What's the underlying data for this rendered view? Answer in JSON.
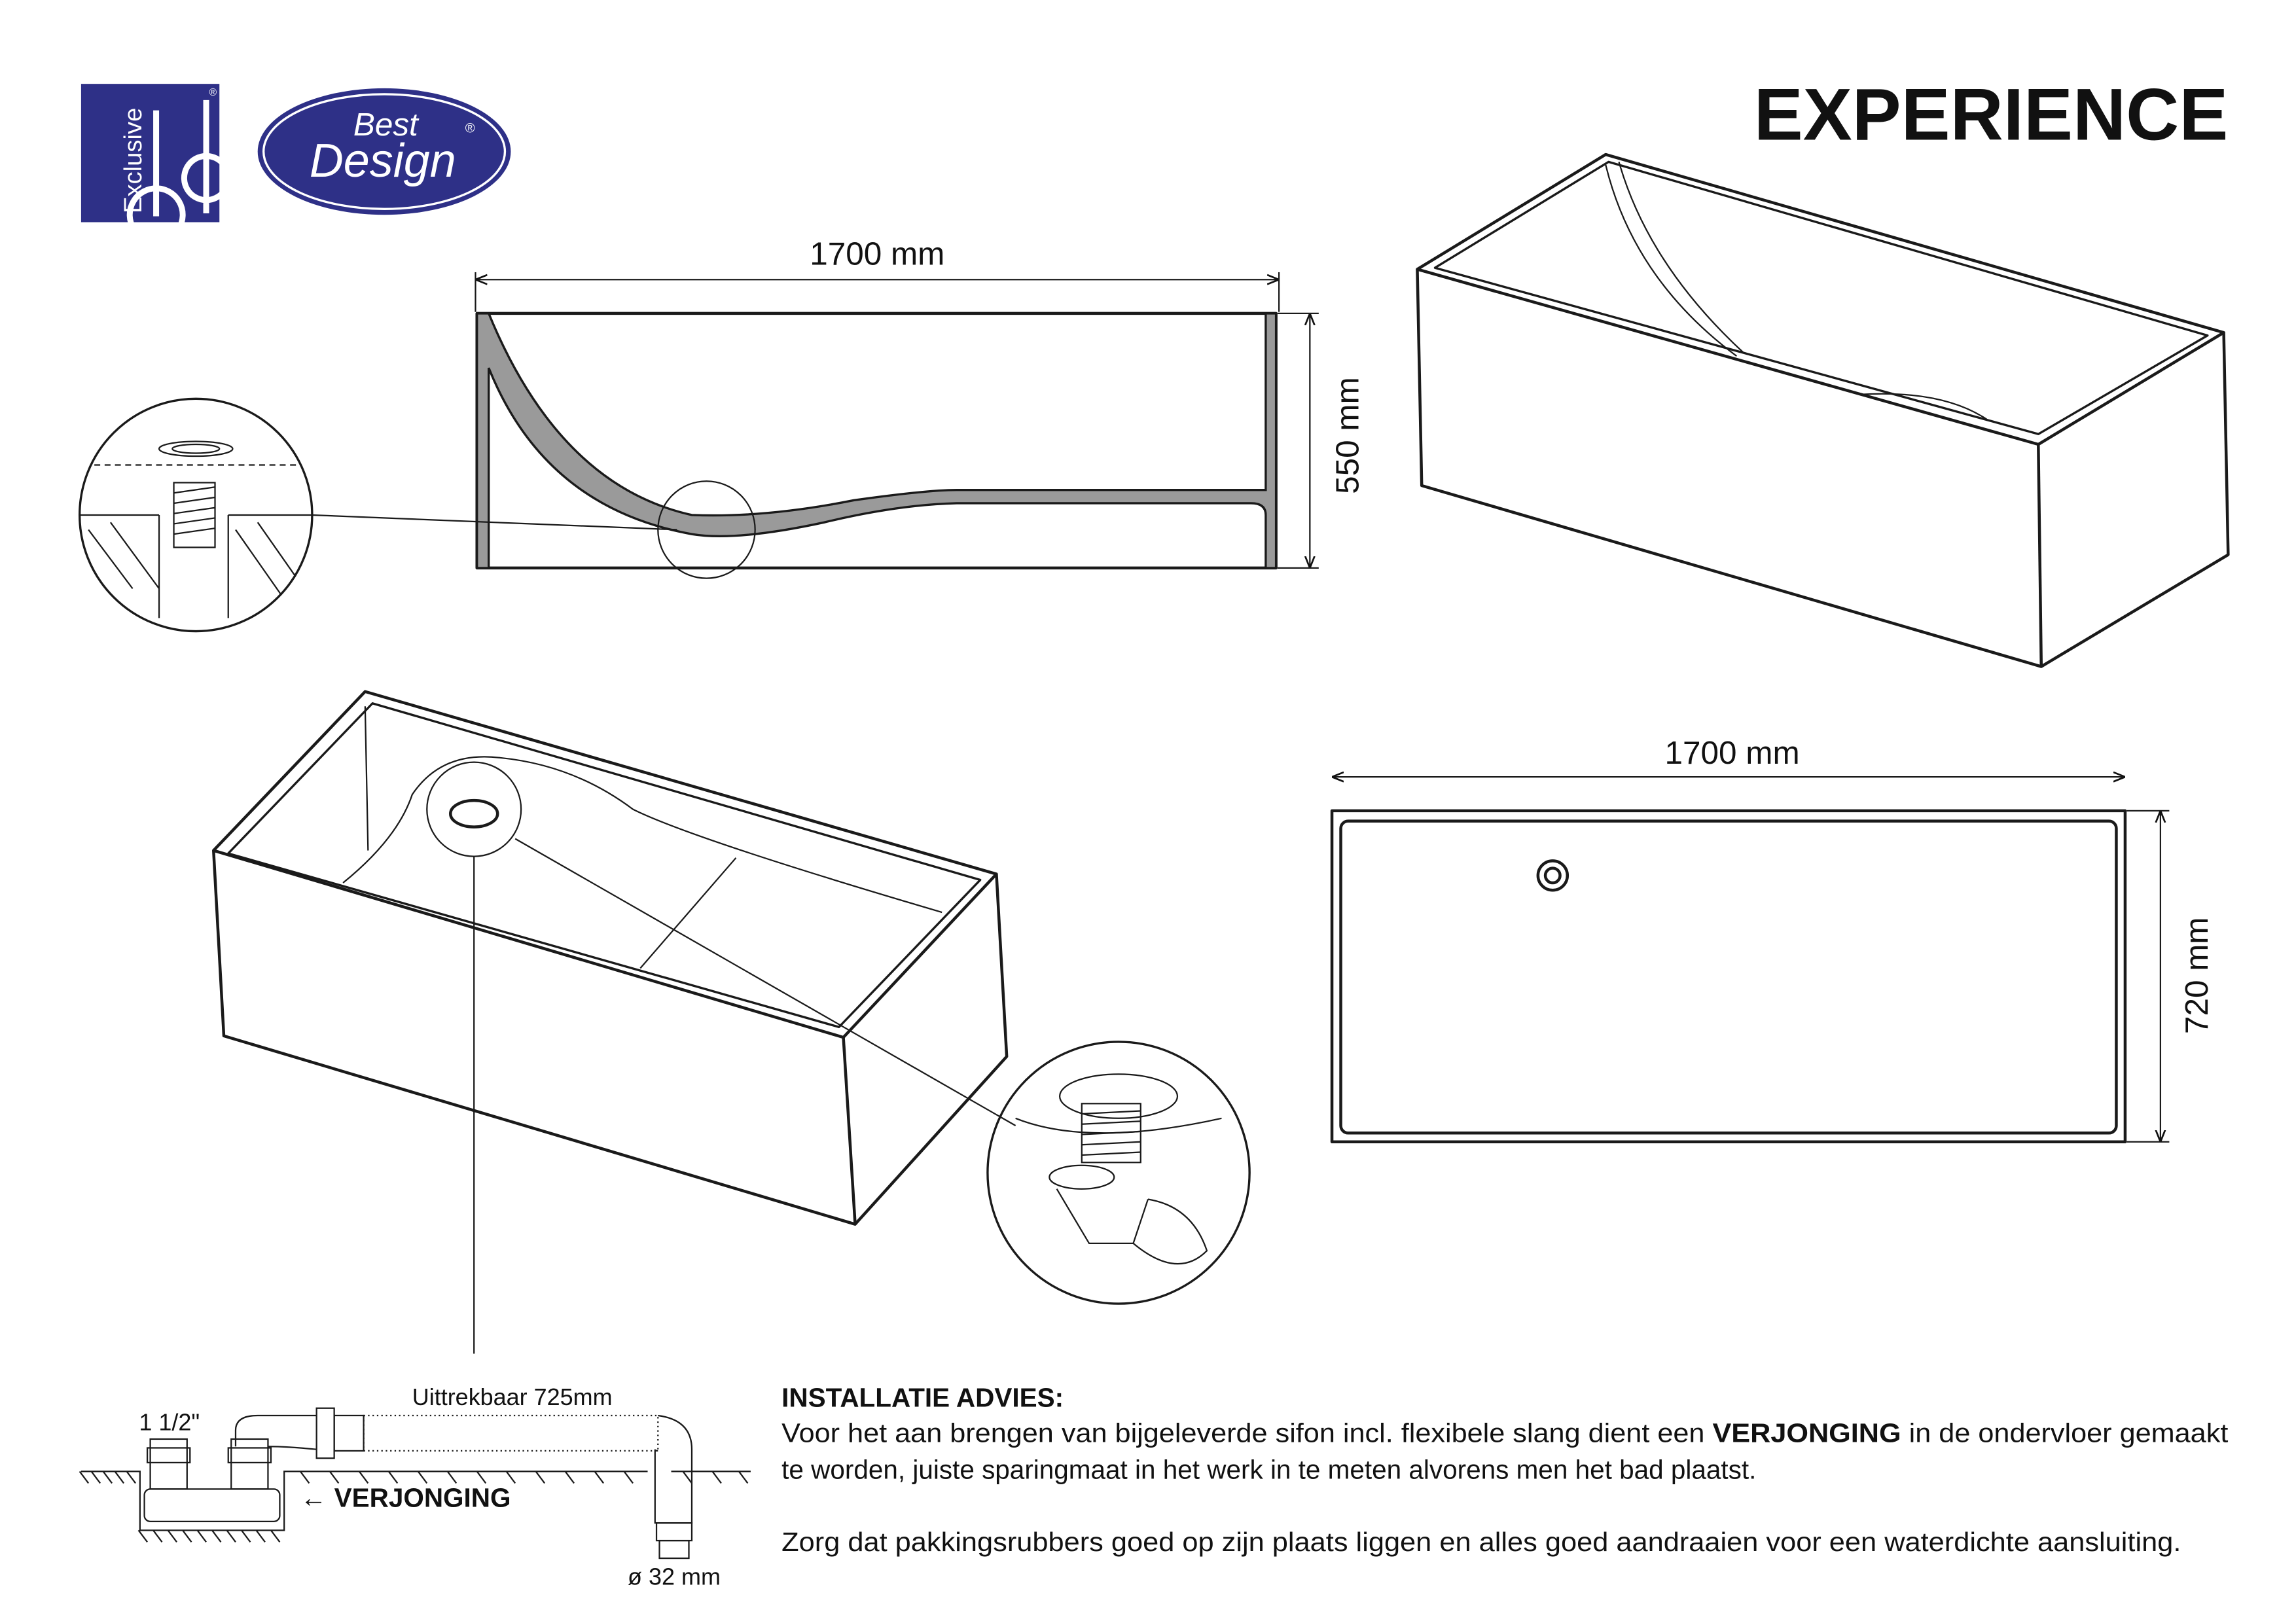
{
  "brand": {
    "logo_exclusive": {
      "text": "Exclusive",
      "letters": "bd",
      "mark": "®"
    },
    "logo_best_design": {
      "line1": "Best",
      "line2": "Design",
      "mark": "®"
    },
    "logo_color": "#2e3087"
  },
  "title": "EXPERIENCE",
  "side_view": {
    "width_label": "1700 mm",
    "height_label": "550 mm"
  },
  "top_view": {
    "width_label": "1700 mm",
    "depth_label": "720 mm"
  },
  "siphon": {
    "length_label": "Uittrekbaar 725mm",
    "size_label": "1 1/2\"",
    "reducer_label": "← VERJONGING",
    "diameter_label": "ø 32 mm"
  },
  "advice": {
    "heading": "INSTALLATIE ADVIES:",
    "p1_a": "Voor het aan brengen van bijgeleverde sifon incl. flexibele slang dient een ",
    "p1_bold": "VERJONGING",
    "p1_b": " in de ondervloer gemaakt",
    "p1_line2": "te worden, juiste sparingmaat in het werk in te meten alvorens men het bad plaatst.",
    "p2": "Zorg dat pakkingsrubbers goed op zijn plaats liggen en alles goed aandraaien voor een waterdichte aansluiting."
  }
}
